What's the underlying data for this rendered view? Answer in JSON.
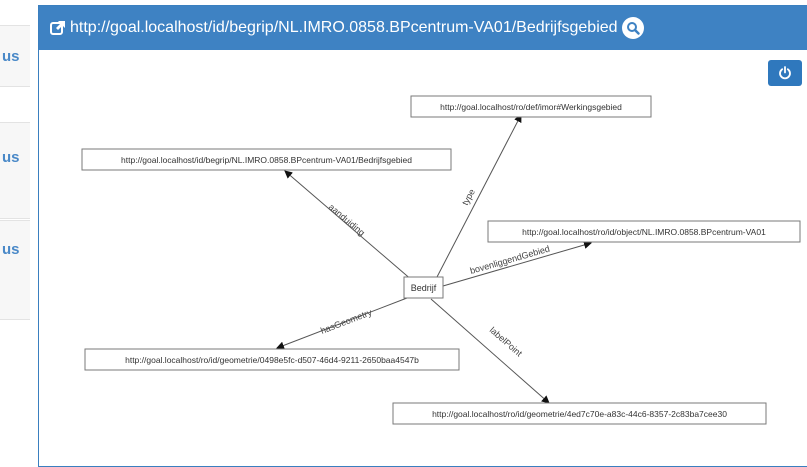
{
  "sidebar": {
    "cards": [
      {
        "label": "us"
      },
      {
        "label": "us"
      },
      {
        "label": "us"
      }
    ]
  },
  "header": {
    "title": "http://goal.localhost/id/begrip/NL.IMRO.0858.BPcentrum-VA01/Bedrijfsgebied"
  },
  "graph": {
    "center": {
      "label": "Bedrijf"
    },
    "nodes": [
      {
        "id": "begrip",
        "label": "http://goal.localhost/id/begrip/NL.IMRO.0858.BPcentrum-VA01/Bedrijfsgebied"
      },
      {
        "id": "werkingsgebied",
        "label": "http://goal.localhost/ro/def/imor#Werkingsgebied"
      },
      {
        "id": "object",
        "label": "http://goal.localhost/ro/id/object/NL.IMRO.0858.BPcentrum-VA01"
      },
      {
        "id": "geometrie1",
        "label": "http://goal.localhost/ro/id/geometrie/0498e5fc-d507-46d4-9211-2650baa4547b"
      },
      {
        "id": "geometrie2",
        "label": "http://goal.localhost/ro/id/geometrie/4ed7c70e-a83c-44c6-8357-2c83ba7cee30"
      }
    ],
    "edges": [
      {
        "label": "aanduiding"
      },
      {
        "label": "type"
      },
      {
        "label": "bovenliggendGebied"
      },
      {
        "label": "hasGeometry"
      },
      {
        "label": "labelPoint"
      }
    ]
  },
  "colors": {
    "header": "#3e82c3",
    "accent": "#2f78bd",
    "sidebar_text": "#4a89c8"
  },
  "icons": {
    "header_link": "external-link-icon",
    "search": "search-icon",
    "power": "power-icon"
  }
}
